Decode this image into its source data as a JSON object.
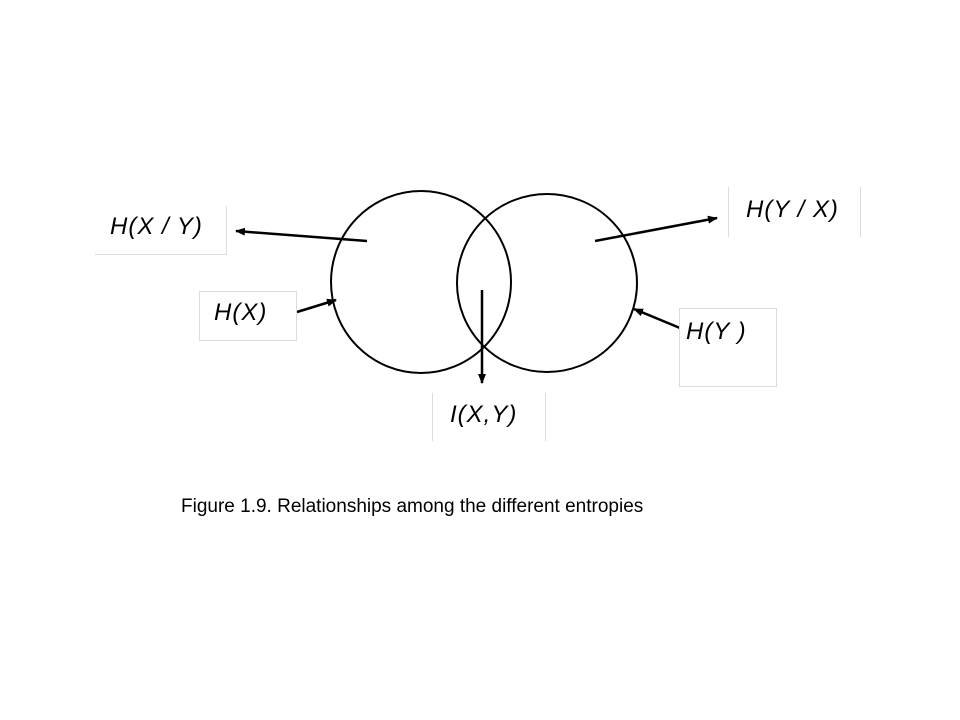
{
  "labels": {
    "h_x_given_y": "H(X / Y)",
    "h_y_given_x": "H(Y / X)",
    "h_x": "H(X)",
    "h_y": "H(Y )",
    "i_xy": "I(X,Y)"
  },
  "caption": "Figure 1.9. Relationships among the different entropies",
  "colors": {
    "stroke": "#000000",
    "box_border": "#dcdcdc"
  }
}
